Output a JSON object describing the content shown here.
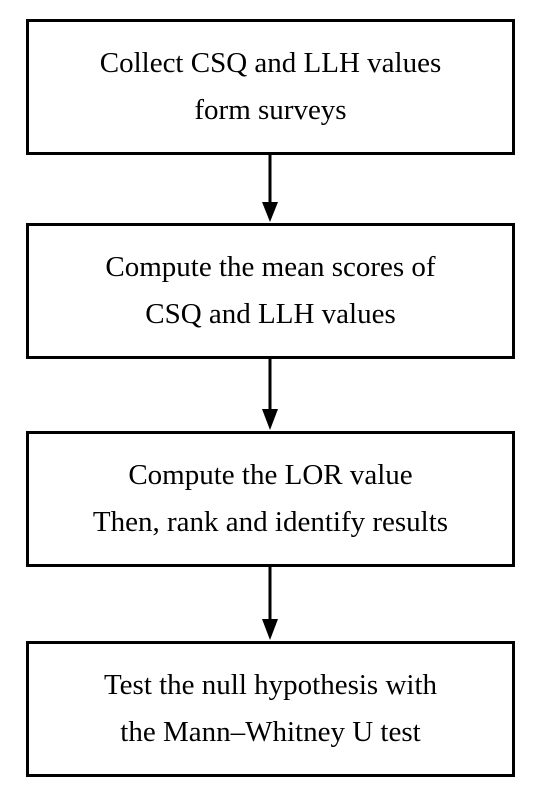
{
  "steps": [
    {
      "line1": "Collect CSQ and LLH values",
      "line2": "form surveys"
    },
    {
      "line1": "Compute the mean scores of",
      "line2": "CSQ and LLH values"
    },
    {
      "line1": "Compute the LOR value",
      "line2": "Then, rank and identify results"
    },
    {
      "line1": "Test the null hypothesis with",
      "line2": "the Mann–Whitney U test"
    }
  ],
  "colors": {
    "stroke": "#000000",
    "background": "#ffffff"
  }
}
